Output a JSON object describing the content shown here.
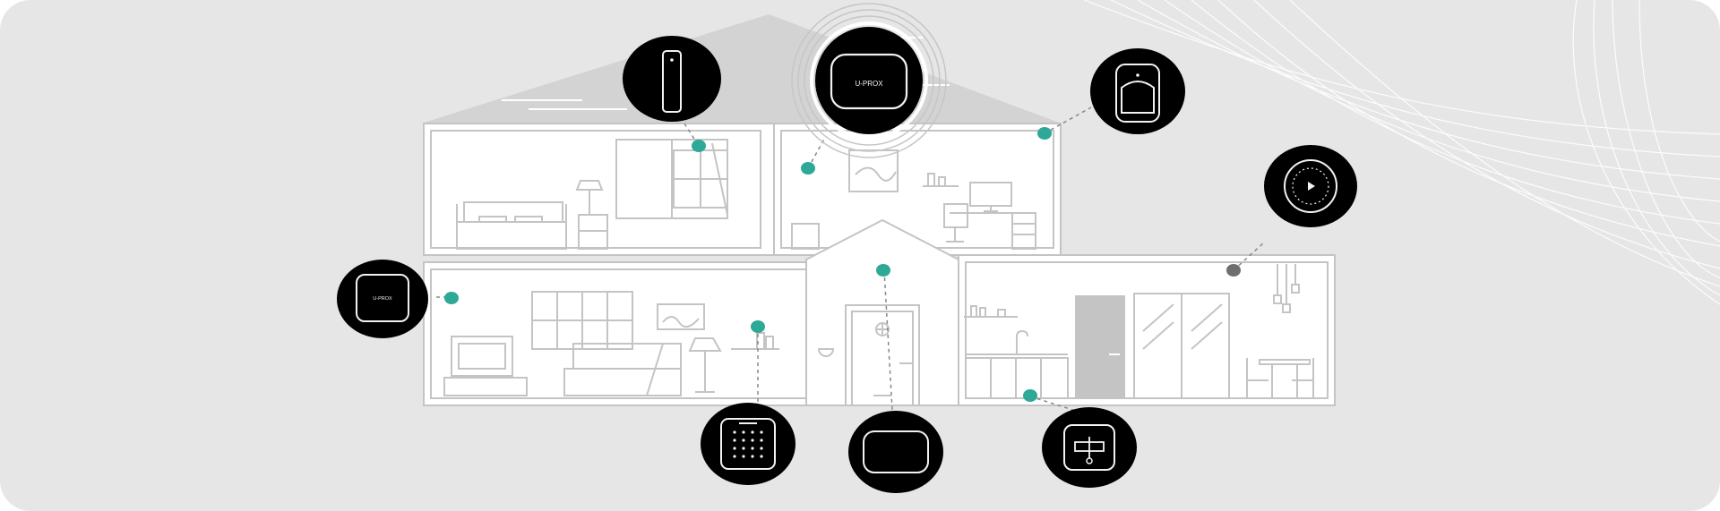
{
  "colors": {
    "background": "#e6e6e6",
    "house_fill": "#ffffff",
    "house_line": "#c4c4c4",
    "roof_fill": "#d3d3d3",
    "device_bg": "#000000",
    "device_line": "#f2f2f2",
    "hotspot_active": "#2ea897",
    "hotspot_inactive": "#6e6e6e",
    "wave_line": "#ffffff"
  },
  "hub": {
    "brand_text": "U-PROX",
    "icon": "security-hub-icon"
  },
  "devices": [
    {
      "id": "door-sensor",
      "icon": "door-contact-sensor-icon",
      "status": "active"
    },
    {
      "id": "hub",
      "icon": "security-hub-icon",
      "status": "active"
    },
    {
      "id": "motion-detector",
      "icon": "motion-detector-icon",
      "status": "active"
    },
    {
      "id": "siren",
      "icon": "siren-icon",
      "status": "inactive"
    },
    {
      "id": "hub-mini",
      "icon": "hub-mini-icon",
      "status": "active",
      "brand_text": "U-PROX"
    },
    {
      "id": "keypad",
      "icon": "keypad-icon",
      "status": "active"
    },
    {
      "id": "entry-device",
      "icon": "entry-device-icon",
      "status": "active"
    },
    {
      "id": "water-valve",
      "icon": "water-valve-icon",
      "status": "active"
    }
  ]
}
